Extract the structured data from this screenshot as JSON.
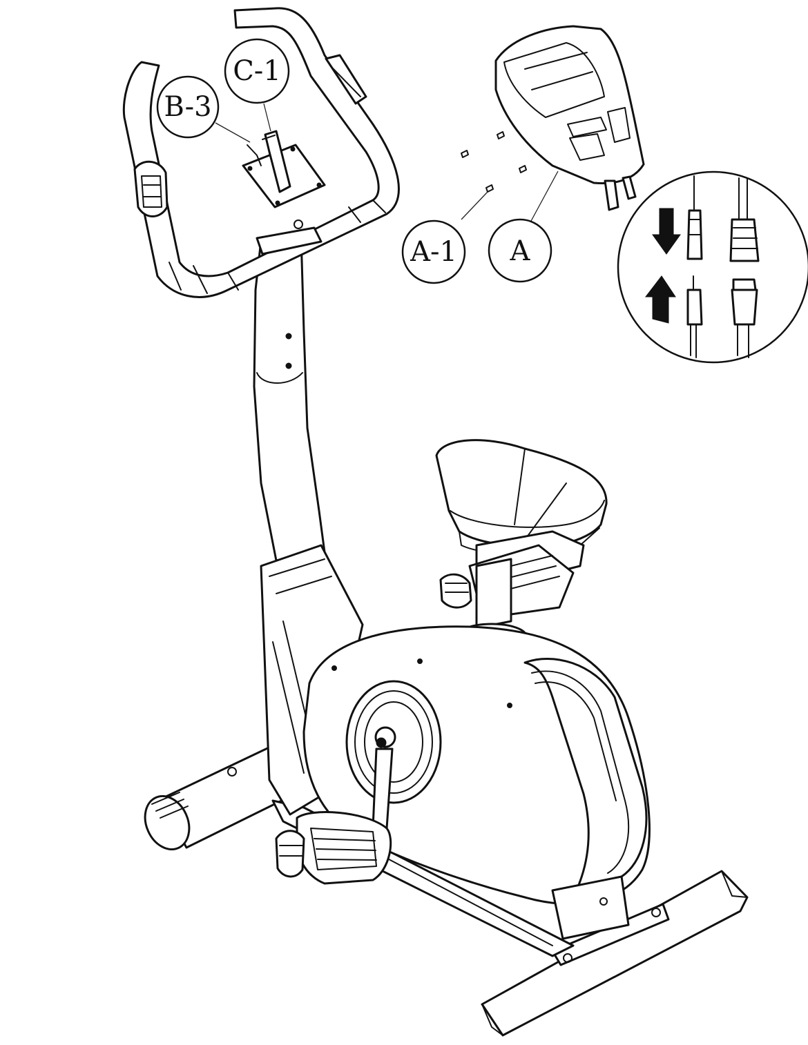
{
  "callouts": {
    "c1": "C-1",
    "b3": "B-3",
    "a1": "A-1",
    "a": "A"
  },
  "colors": {
    "line": "#111111",
    "background": "#ffffff"
  },
  "icons": [
    "arrow-down-icon",
    "arrow-up-icon"
  ]
}
